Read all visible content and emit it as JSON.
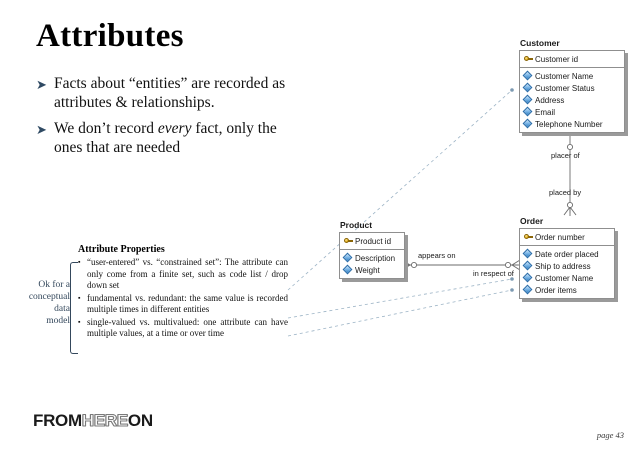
{
  "slide": {
    "title": "Attributes",
    "page_label": "page  43"
  },
  "bullets": [
    {
      "marker": "➤",
      "text": "Facts about “entities” are recorded as attributes & relationships."
    },
    {
      "marker": "➤",
      "text_pre": "We don’t record ",
      "text_em": "every",
      "text_post": " fact, only the ones that are needed"
    }
  ],
  "attribute_properties": {
    "heading": "Attribute Properties",
    "marker": "▪",
    "items": [
      "“user-entered” vs. “constrained set”:  The attribute can only come from a finite set, such as code list / drop  down set",
      "fundamental vs. redundant:   the same value is recorded multiple times in different entities",
      "single-valued    vs.    multivalued:        one attribute  can  have  multiple  values,  at  a time or over time"
    ]
  },
  "annotation": {
    "lines": [
      "Ok for a",
      "conceptual",
      "data",
      "model"
    ],
    "color": "#34485c"
  },
  "entities": [
    {
      "name": "Customer",
      "key": {
        "icon": "key-icon",
        "label": "Customer id"
      },
      "attributes": [
        {
          "icon": "diamond-icon",
          "label": "Customer Name"
        },
        {
          "icon": "diamond-icon",
          "label": "Customer Status"
        },
        {
          "icon": "diamond-icon",
          "label": "Address"
        },
        {
          "icon": "diamond-icon",
          "label": "Email"
        },
        {
          "icon": "diamond-icon",
          "label": "Telephone Number"
        }
      ]
    },
    {
      "name": "Product",
      "key": {
        "icon": "key-icon",
        "label": "Product id"
      },
      "attributes": [
        {
          "icon": "diamond-icon",
          "label": "Description"
        },
        {
          "icon": "diamond-icon",
          "label": "Weight"
        }
      ]
    },
    {
      "name": "Order",
      "key": {
        "icon": "key-icon",
        "label": "Order number"
      },
      "attributes": [
        {
          "icon": "diamond-icon",
          "label": "Date order placed"
        },
        {
          "icon": "diamond-icon",
          "label": "Ship to address"
        },
        {
          "icon": "diamond-icon",
          "label": "Customer Name"
        },
        {
          "icon": "diamond-icon",
          "label": "Order items"
        }
      ]
    }
  ],
  "relationships": [
    {
      "label": "placer of",
      "from": "Customer",
      "to": "Order"
    },
    {
      "label": "placed by",
      "from": "Order",
      "to": "Customer"
    },
    {
      "label": "appears on",
      "from": "Product",
      "to": "Order"
    },
    {
      "label": "in respect of",
      "from": "Order",
      "to": "Product"
    }
  ],
  "logo": {
    "part1": "FROM",
    "part2": "HERE",
    "part3": "ON"
  },
  "colors": {
    "key_icon": "#e8b422",
    "attribute_icon": "#2f7fc4",
    "entity_border": "#8f8f8f",
    "entity_shadow": "#9a9a9a",
    "callout_line": "#9db4c6",
    "annotation_text": "#34485c"
  }
}
